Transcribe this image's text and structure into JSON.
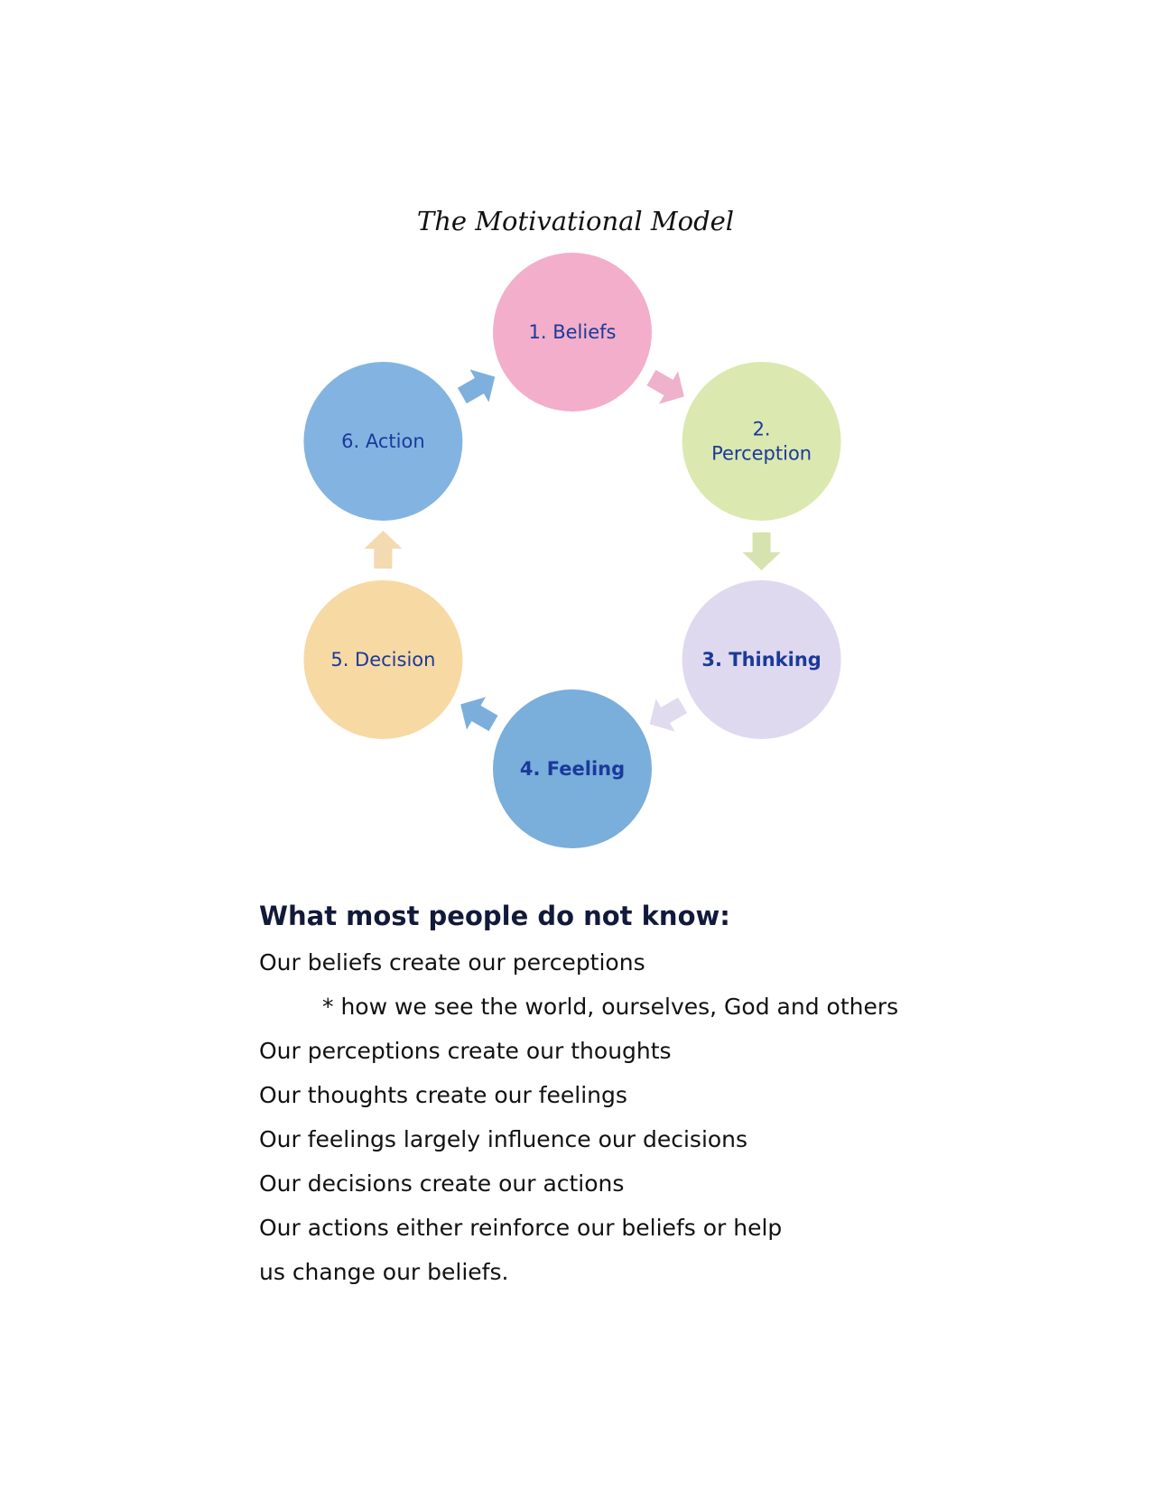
{
  "title": "The Motivational Model",
  "cycle": {
    "nodes": [
      {
        "label_lines": [
          "1. Beliefs"
        ],
        "color": "#f1a7c6"
      },
      {
        "label_lines": [
          "2.",
          "Perception"
        ],
        "color": "#d8e6a9"
      },
      {
        "label_lines": [
          "3. Thinking"
        ],
        "color": "#dcd6ee"
      },
      {
        "label_lines": [
          "4. Feeling"
        ],
        "color": "#6fa7d8"
      },
      {
        "label_lines": [
          "5. Decision"
        ],
        "color": "#f6d69c"
      },
      {
        "label_lines": [
          "6. Action"
        ],
        "color": "#78aede"
      }
    ],
    "arrow_colors": [
      "#ecaac7",
      "#d3e0a6",
      "#ddd7ec",
      "#6ea5d8",
      "#f3d6a9",
      "#6fa7d8"
    ],
    "label_color": "#1a3a9a"
  },
  "section": {
    "heading": "What most people do not know:",
    "statements": [
      {
        "text": "Our beliefs create our perceptions",
        "indent": false
      },
      {
        "text": "* how we see the world, ourselves, God and others",
        "indent": true
      },
      {
        "text": "Our perceptions create our thoughts",
        "indent": false
      },
      {
        "text": "Our thoughts create our feelings",
        "indent": false
      },
      {
        "text": "Our feelings largely influence our decisions",
        "indent": false
      },
      {
        "text": "Our decisions create our actions",
        "indent": false
      },
      {
        "text": "Our actions either reinforce our beliefs or help",
        "indent": false
      },
      {
        "text": "us change our beliefs.",
        "indent": false
      }
    ]
  }
}
